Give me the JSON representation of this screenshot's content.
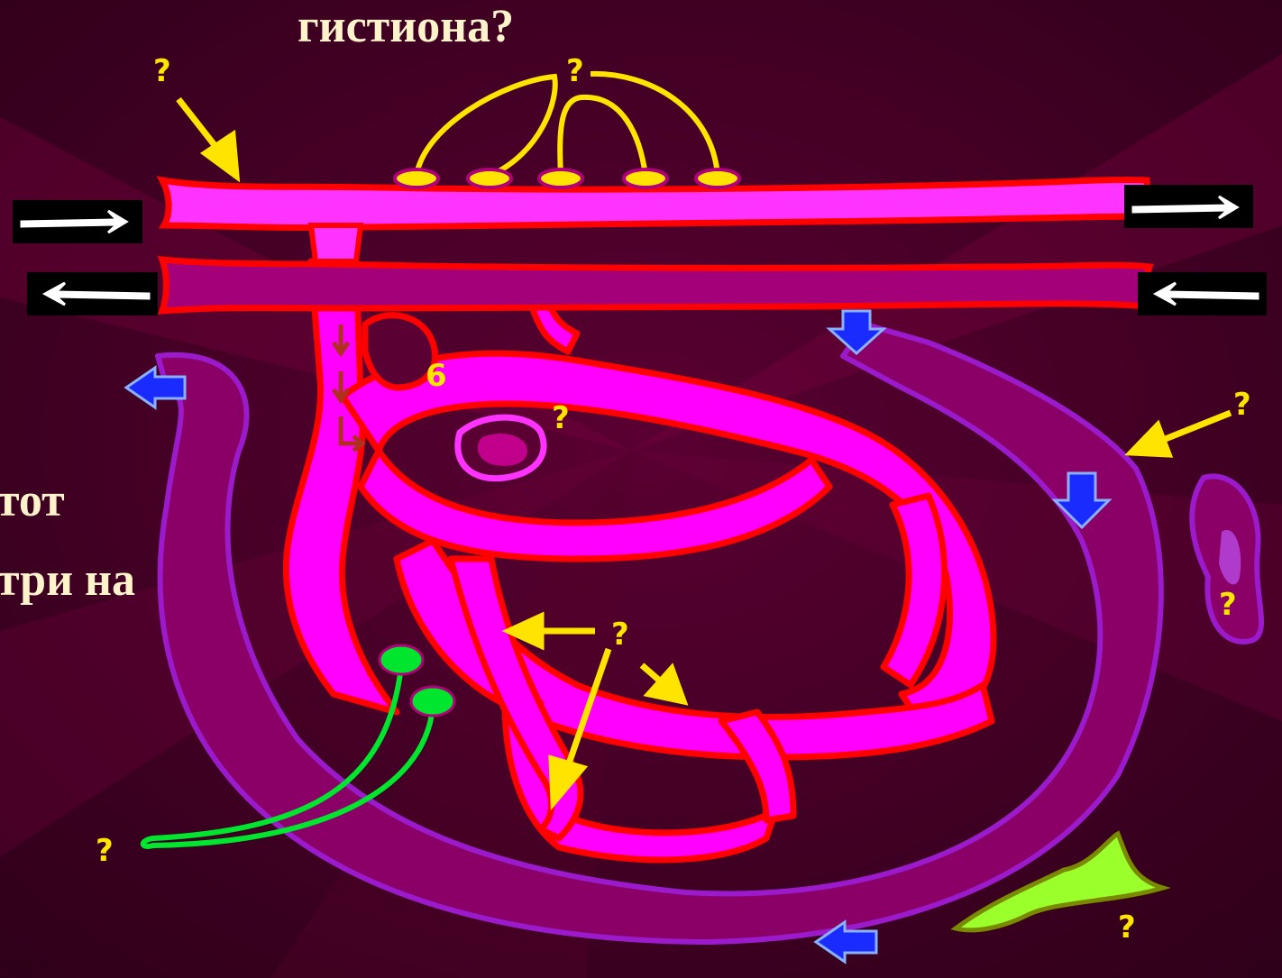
{
  "slide": {
    "title_fragment": "гистиона?",
    "side_text_line_1": "тот",
    "side_text_line_2": "три на"
  },
  "labels": {
    "q_top_left": "?",
    "q_top_nerves": "?",
    "q_center_vessel": "?",
    "q_right_lymph": "?",
    "q_right_cell": "?",
    "q_center_arrows": "?",
    "q_bottom_left": "?",
    "q_bottom_right": "?",
    "number_6": "6"
  },
  "colors": {
    "background": "#3a0020",
    "vessel_fill": "#ff00ff",
    "vessel_outline": "#ff0000",
    "lymph_vessel": "#8a0066",
    "lymph_outline": "#9a1acc",
    "nerve_ending_top": "#ffe400",
    "nerve_ending_bottom": "#00e52e",
    "label_color": "#ffe400",
    "flow_arrow_blue": "#1a2bff",
    "fibroblast": "#9aff2a"
  },
  "icons": {
    "flow_arrows": "white-arrow-icon",
    "lymph_flow": "blue-arrow-icon",
    "shunt_flow": "dark-red-arrow-icon"
  }
}
